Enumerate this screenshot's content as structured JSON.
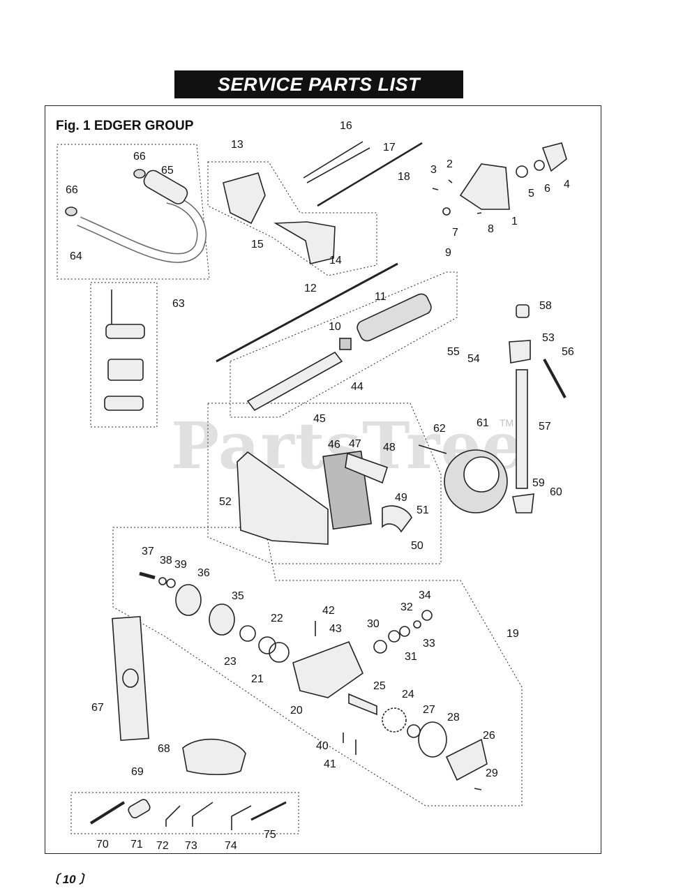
{
  "header": {
    "title": "SERVICE PARTS LIST"
  },
  "figure": {
    "title": "Fig. 1  EDGER GROUP"
  },
  "page_number": "〔 10 〕",
  "watermark": {
    "text": "PartsTree",
    "tm": "TM"
  },
  "callouts": [
    "1",
    "2",
    "3",
    "4",
    "5",
    "6",
    "7",
    "8",
    "9",
    "10",
    "11",
    "12",
    "13",
    "14",
    "15",
    "16",
    "17",
    "18",
    "19",
    "20",
    "21",
    "22",
    "23",
    "24",
    "25",
    "26",
    "27",
    "28",
    "29",
    "30",
    "31",
    "32",
    "33",
    "34",
    "35",
    "36",
    "37",
    "38",
    "39",
    "40",
    "41",
    "42",
    "43",
    "44",
    "45",
    "46",
    "47",
    "48",
    "49",
    "50",
    "51",
    "52",
    "53",
    "54",
    "55",
    "56",
    "57",
    "58",
    "59",
    "60",
    "61",
    "62",
    "63",
    "64",
    "65",
    "66",
    "66",
    "67",
    "68",
    "69",
    "70",
    "71",
    "72",
    "73",
    "74",
    "75"
  ]
}
